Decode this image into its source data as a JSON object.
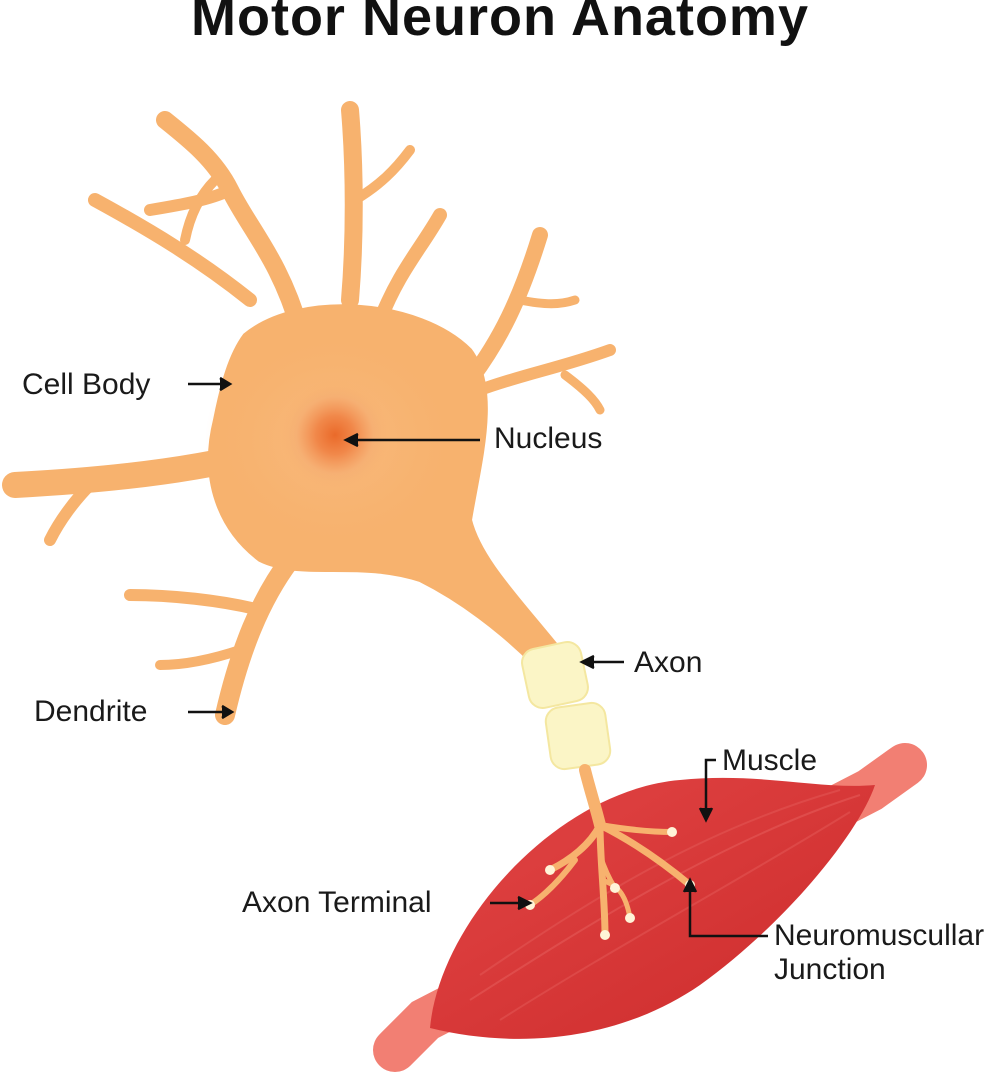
{
  "title": "Motor Neuron Anatomy",
  "labels": {
    "cell_body": "Cell Body",
    "nucleus": "Nucleus",
    "axon": "Axon",
    "dendrite": "Dendrite",
    "muscle": "Muscle",
    "axon_terminal": "Axon Terminal",
    "junction_line1": "Neuromuscullar",
    "junction_line2": "Junction"
  },
  "colors": {
    "neuron": "#f7b26e",
    "nucleus": "#ef7d3f",
    "myelin": "#fbf5c6",
    "muscle": "#d83535",
    "tendon": "#f27f73",
    "arrow": "#111111"
  }
}
